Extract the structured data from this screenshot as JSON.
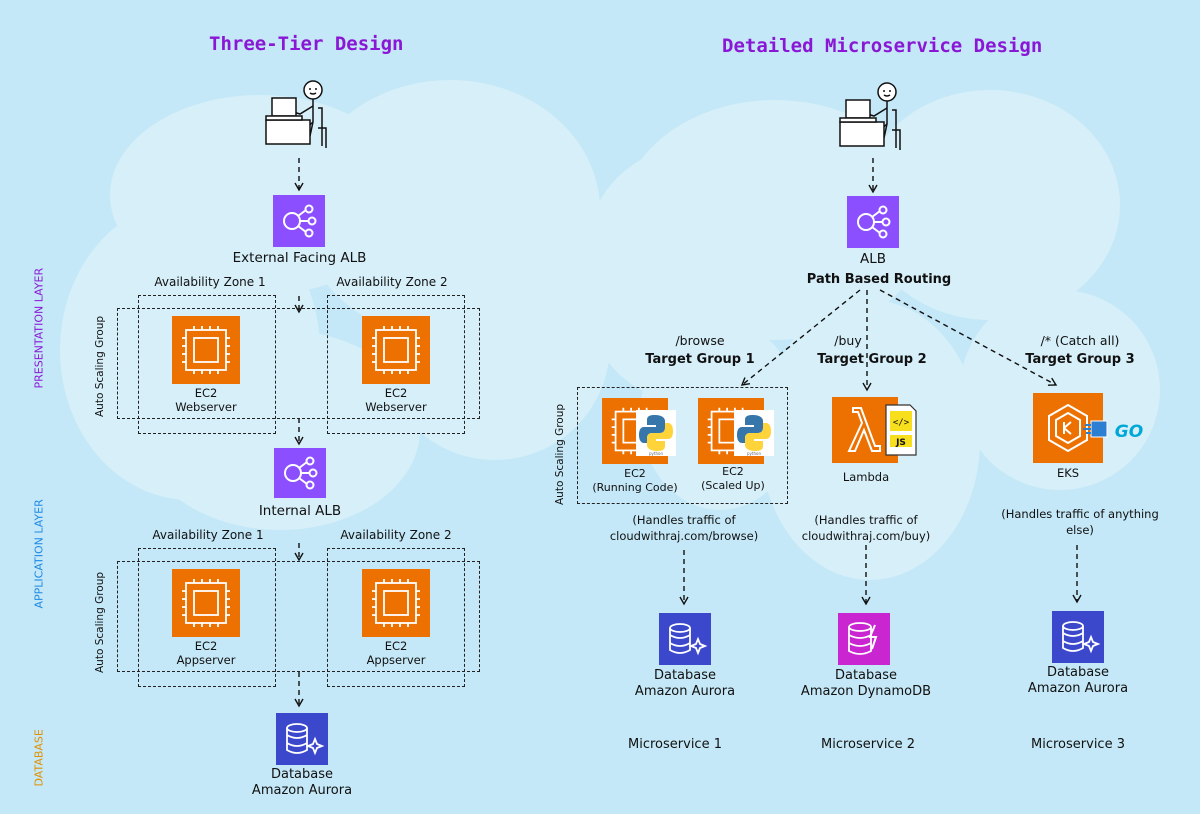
{
  "left": {
    "title": "Three-Tier Design",
    "external_alb": "External Facing ALB",
    "internal_alb": "Internal ALB",
    "layers": {
      "presentation": "PRESENTATION LAYER",
      "application": "APPLICATION LAYER",
      "database": "DATABASE"
    },
    "asg_label": "Auto Scaling Group",
    "az1": "Availability Zone 1",
    "az2": "Availability Zone 2",
    "web": {
      "name": "EC2",
      "role": "Webserver"
    },
    "app": {
      "name": "EC2",
      "role": "Appserver"
    },
    "db": {
      "line1": "Database",
      "line2": "Amazon Aurora"
    }
  },
  "right": {
    "title": "Detailed Microservice Design",
    "alb": "ALB",
    "routing": "Path Based Routing",
    "asg_label": "Auto Scaling Group",
    "tg1": {
      "path": "/browse",
      "name": "Target Group 1"
    },
    "tg2": {
      "path": "/buy",
      "name": "Target Group 2"
    },
    "tg3": {
      "path": "/* (Catch all)",
      "name": "Target Group 3"
    },
    "ec2a": {
      "name": "EC2",
      "sub": "(Running Code)"
    },
    "ec2b": {
      "name": "EC2",
      "sub": "(Scaled Up)"
    },
    "lambda": "Lambda",
    "eks": "EKS",
    "go": "GO",
    "js": "JS",
    "python": "python",
    "note1": {
      "line1": "(Handles traffic of",
      "line2": "cloudwithraj.com/browse)"
    },
    "note2": {
      "line1": "(Handles traffic of",
      "line2": "cloudwithraj.com/buy)"
    },
    "note3": {
      "line1": "(Handles traffic of anything",
      "line2": "else)"
    },
    "db1": {
      "line1": "Database",
      "line2": "Amazon Aurora"
    },
    "db2": {
      "line1": "Database",
      "line2": "Amazon DynamoDB"
    },
    "db3": {
      "line1": "Database",
      "line2": "Amazon Aurora"
    },
    "ms1": "Microservice 1",
    "ms2": "Microservice 2",
    "ms3": "Microservice 3"
  },
  "colors": {
    "background": "#c4e8f7",
    "cloud": "#d6eff9",
    "title": "#8a17d6",
    "presentation": "#8a17d6",
    "application": "#1e88e5",
    "database_layer": "#f0a020",
    "alb": "#8c4fff",
    "ec2": "#ed7100",
    "aurora": "#3b48cc",
    "dynamodb": "#c925d1"
  }
}
